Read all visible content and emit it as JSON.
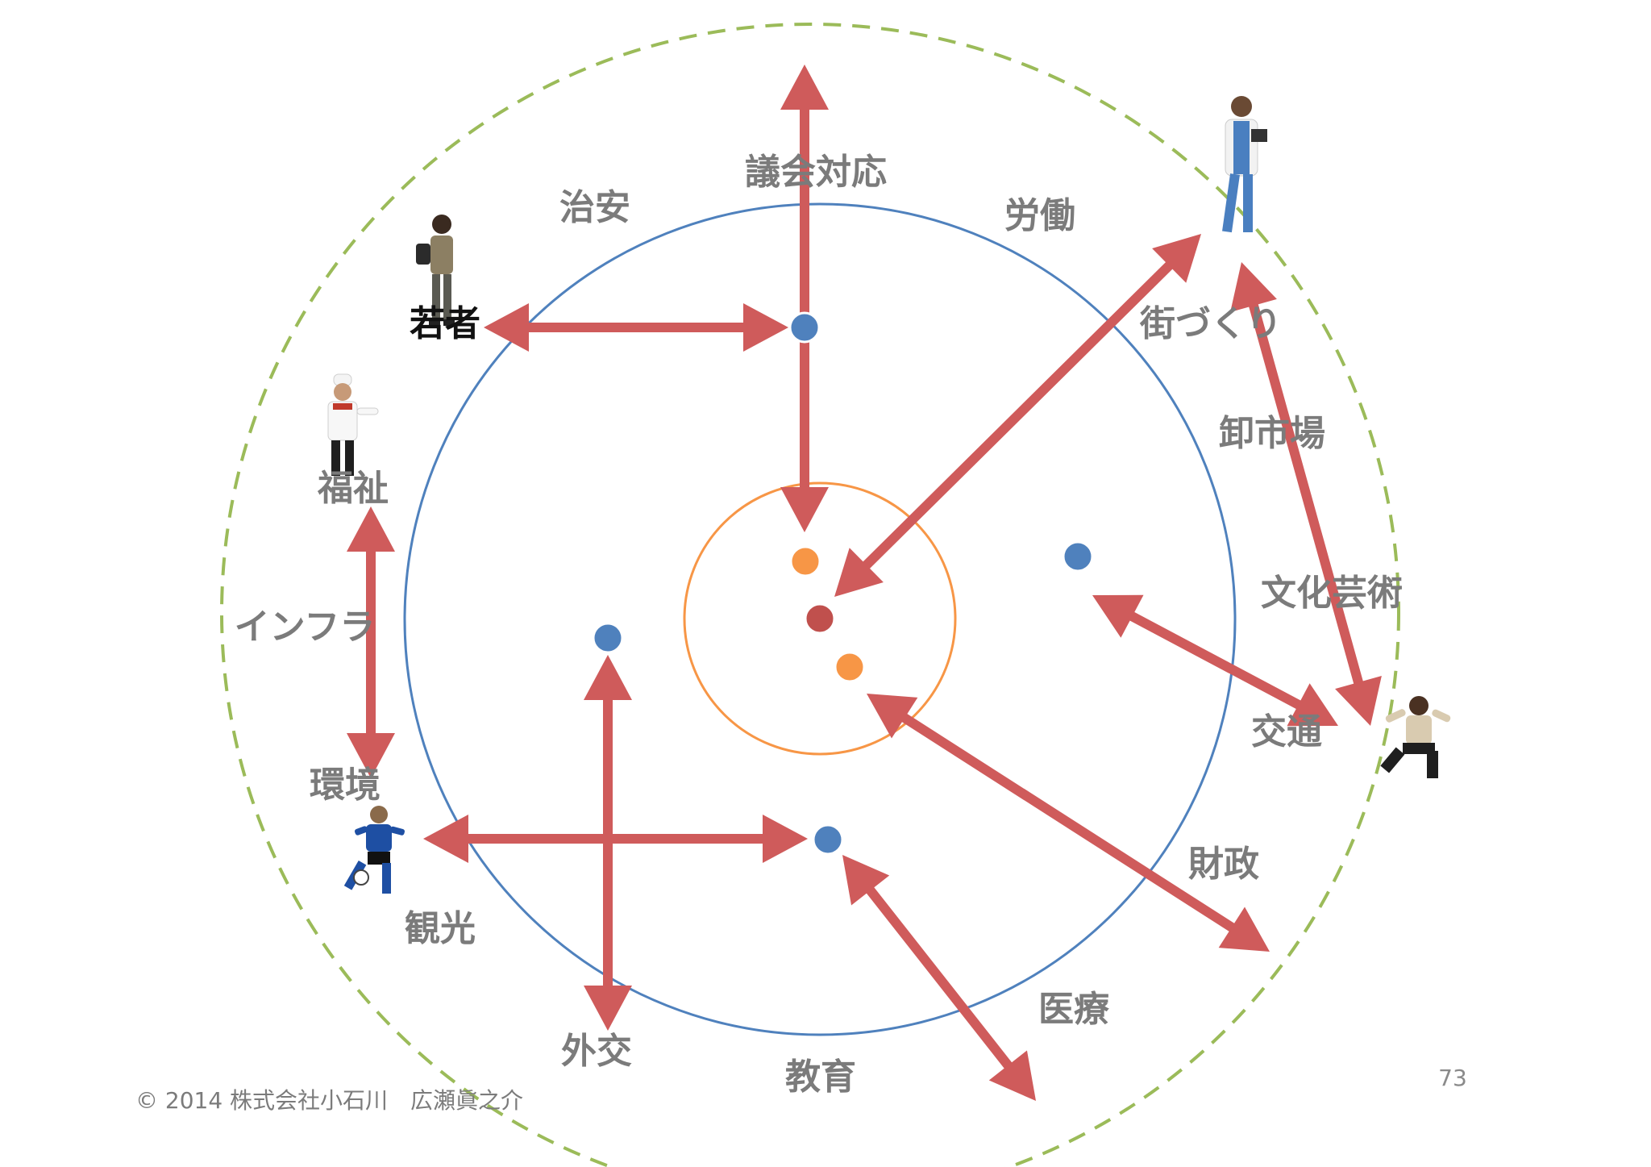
{
  "colors": {
    "outer_ring": "#9bbb59",
    "middle_ring": "#4f81bd",
    "inner_ring": "#f79646",
    "arrow": "#cf5b5b",
    "node_blue": "#4f81bd",
    "node_orange": "#f79646",
    "node_center": "#c0504d",
    "label_gray": "#7b7b7b"
  },
  "labels": {
    "gikai": "議会対応",
    "chian": "治安",
    "roudou": "労働",
    "wakamono": "若者",
    "machizukuri": "街づくり",
    "oroshi": "卸市場",
    "fukushi": "福祉",
    "bunka": "文化芸術",
    "infura": "インフラ",
    "koutsu": "交通",
    "kankyou": "環境",
    "zaisei": "財政",
    "kankou": "観光",
    "iryou": "医療",
    "gaikou": "外交",
    "kyouiku": "教育"
  },
  "figures": {
    "young_person": "young-woman-figure-icon",
    "chef": "chef-figure-icon",
    "doctor": "doctor-figure-icon",
    "soccer": "soccer-player-figure-icon",
    "jumper": "jumping-man-figure-icon"
  },
  "footer": {
    "copyright": "© 2014 株式会社小石川　広瀬眞之介",
    "page_number": "73"
  }
}
